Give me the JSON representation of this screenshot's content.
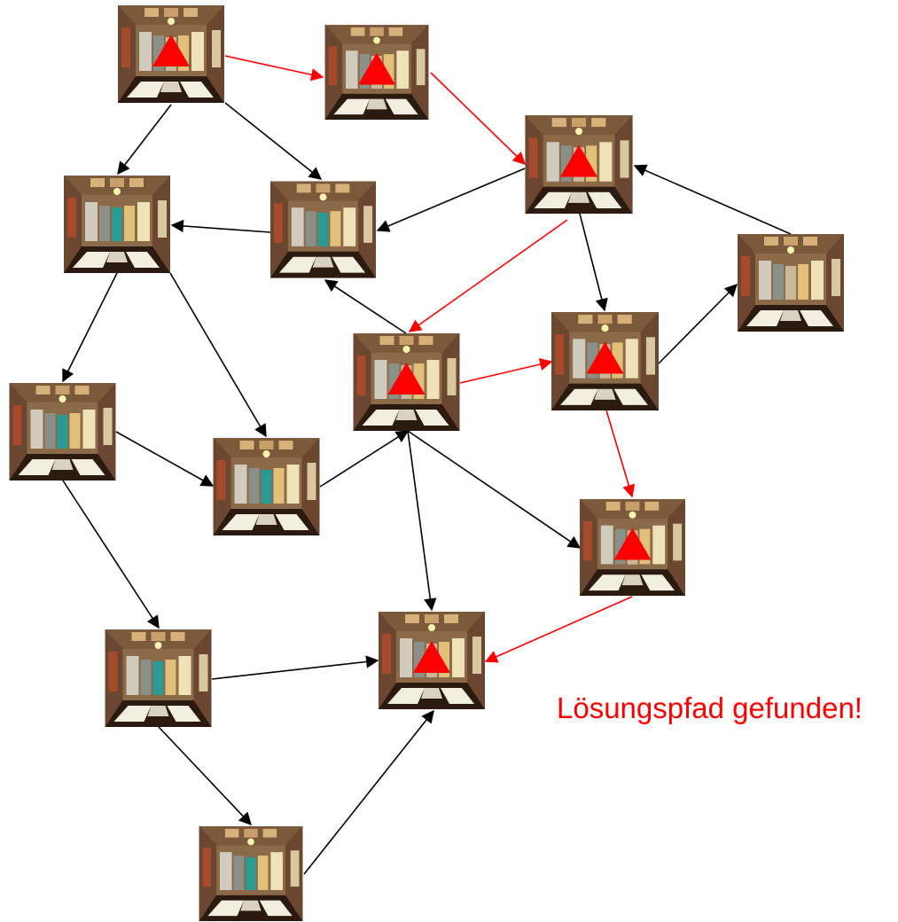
{
  "caption": "Lösungspfad gefunden!",
  "colors": {
    "path_edge": "#ff0000",
    "normal_edge": "#000000",
    "marker": "#ff0000"
  },
  "nodes": [
    {
      "id": "n1",
      "on_path": true,
      "door_accent": "#c9b99a"
    },
    {
      "id": "n2",
      "on_path": true,
      "door_accent": "#c9b99a"
    },
    {
      "id": "n3",
      "on_path": true,
      "door_accent": "#c9b99a"
    },
    {
      "id": "n4",
      "on_path": false,
      "door_accent": "#2a9a92"
    },
    {
      "id": "n5",
      "on_path": false,
      "door_accent": "#2a9a92"
    },
    {
      "id": "n6",
      "on_path": false,
      "door_accent": "#c9b99a"
    },
    {
      "id": "n7",
      "on_path": true,
      "door_accent": "#c9b99a"
    },
    {
      "id": "n8",
      "on_path": true,
      "door_accent": "#c9b99a"
    },
    {
      "id": "n9",
      "on_path": false,
      "door_accent": "#2a9a92"
    },
    {
      "id": "n10",
      "on_path": false,
      "door_accent": "#2a9a92"
    },
    {
      "id": "n11",
      "on_path": true,
      "door_accent": "#c9b99a"
    },
    {
      "id": "n12",
      "on_path": false,
      "door_accent": "#2a9a92"
    },
    {
      "id": "n13",
      "on_path": true,
      "door_accent": "#c9b99a"
    },
    {
      "id": "n14",
      "on_path": false,
      "door_accent": "#2a9a92"
    }
  ],
  "edges": [
    {
      "from": "n1",
      "to": "n2",
      "path": true
    },
    {
      "from": "n2",
      "to": "n3",
      "path": true
    },
    {
      "from": "n3",
      "to": "n7",
      "path": true
    },
    {
      "from": "n7",
      "to": "n8",
      "path": true
    },
    {
      "from": "n8",
      "to": "n11",
      "path": true
    },
    {
      "from": "n11",
      "to": "n13",
      "path": true
    },
    {
      "from": "n1",
      "to": "n4",
      "path": false
    },
    {
      "from": "n1",
      "to": "n5",
      "path": false
    },
    {
      "from": "n3",
      "to": "n5",
      "path": false
    },
    {
      "from": "n5",
      "to": "n4",
      "path": false
    },
    {
      "from": "n3",
      "to": "n8",
      "path": false
    },
    {
      "from": "n6",
      "to": "n3",
      "path": false
    },
    {
      "from": "n8",
      "to": "n6",
      "path": false
    },
    {
      "from": "n7",
      "to": "n5",
      "path": false
    },
    {
      "from": "n4",
      "to": "n9",
      "path": false
    },
    {
      "from": "n4",
      "to": "n10",
      "path": false
    },
    {
      "from": "n9",
      "to": "n10",
      "path": false
    },
    {
      "from": "n10",
      "to": "n7",
      "path": false
    },
    {
      "from": "n7",
      "to": "n13",
      "path": false
    },
    {
      "from": "n7",
      "to": "n11",
      "path": false
    },
    {
      "from": "n9",
      "to": "n12",
      "path": false
    },
    {
      "from": "n12",
      "to": "n13",
      "path": false
    },
    {
      "from": "n12",
      "to": "n14",
      "path": false
    },
    {
      "from": "n14",
      "to": "n13",
      "path": false
    }
  ]
}
